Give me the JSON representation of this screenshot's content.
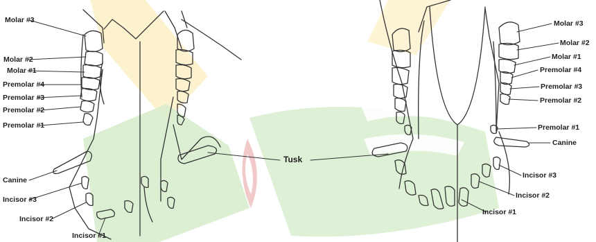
{
  "labels": {
    "left": {
      "molar3": "Molar #3",
      "molar2": "Molar #2",
      "molar1": "Molar #1",
      "premolar4": "Premolar #4",
      "premolar3": "Premolar #3",
      "premolar2": "Premolar #2",
      "premolar1": "Premolar #1",
      "canine": "Canine",
      "incisor3": "Incisor #3",
      "incisor2": "Incisor #2",
      "incisor1": "Incisor #1"
    },
    "center": {
      "tusk": "Tusk"
    },
    "right": {
      "molar3": "Molar #3",
      "molar2": "Molar #2",
      "molar1": "Molar #1",
      "premolar4": "Premolar #4",
      "premolar3": "Premolar #3",
      "premolar2": "Premolar #2",
      "premolar1": "Premolar #1",
      "canine": "Canine",
      "incisor3": "Incisor #3",
      "incisor2": "Incisor #2",
      "incisor1": "Incisor #1"
    }
  },
  "colors": {
    "line": "#333333",
    "label": "#1f1f1f",
    "watermark_green": "#d6eccb",
    "watermark_yellow": "#fbf0c2",
    "watermark_red": "#f2c9c9"
  }
}
